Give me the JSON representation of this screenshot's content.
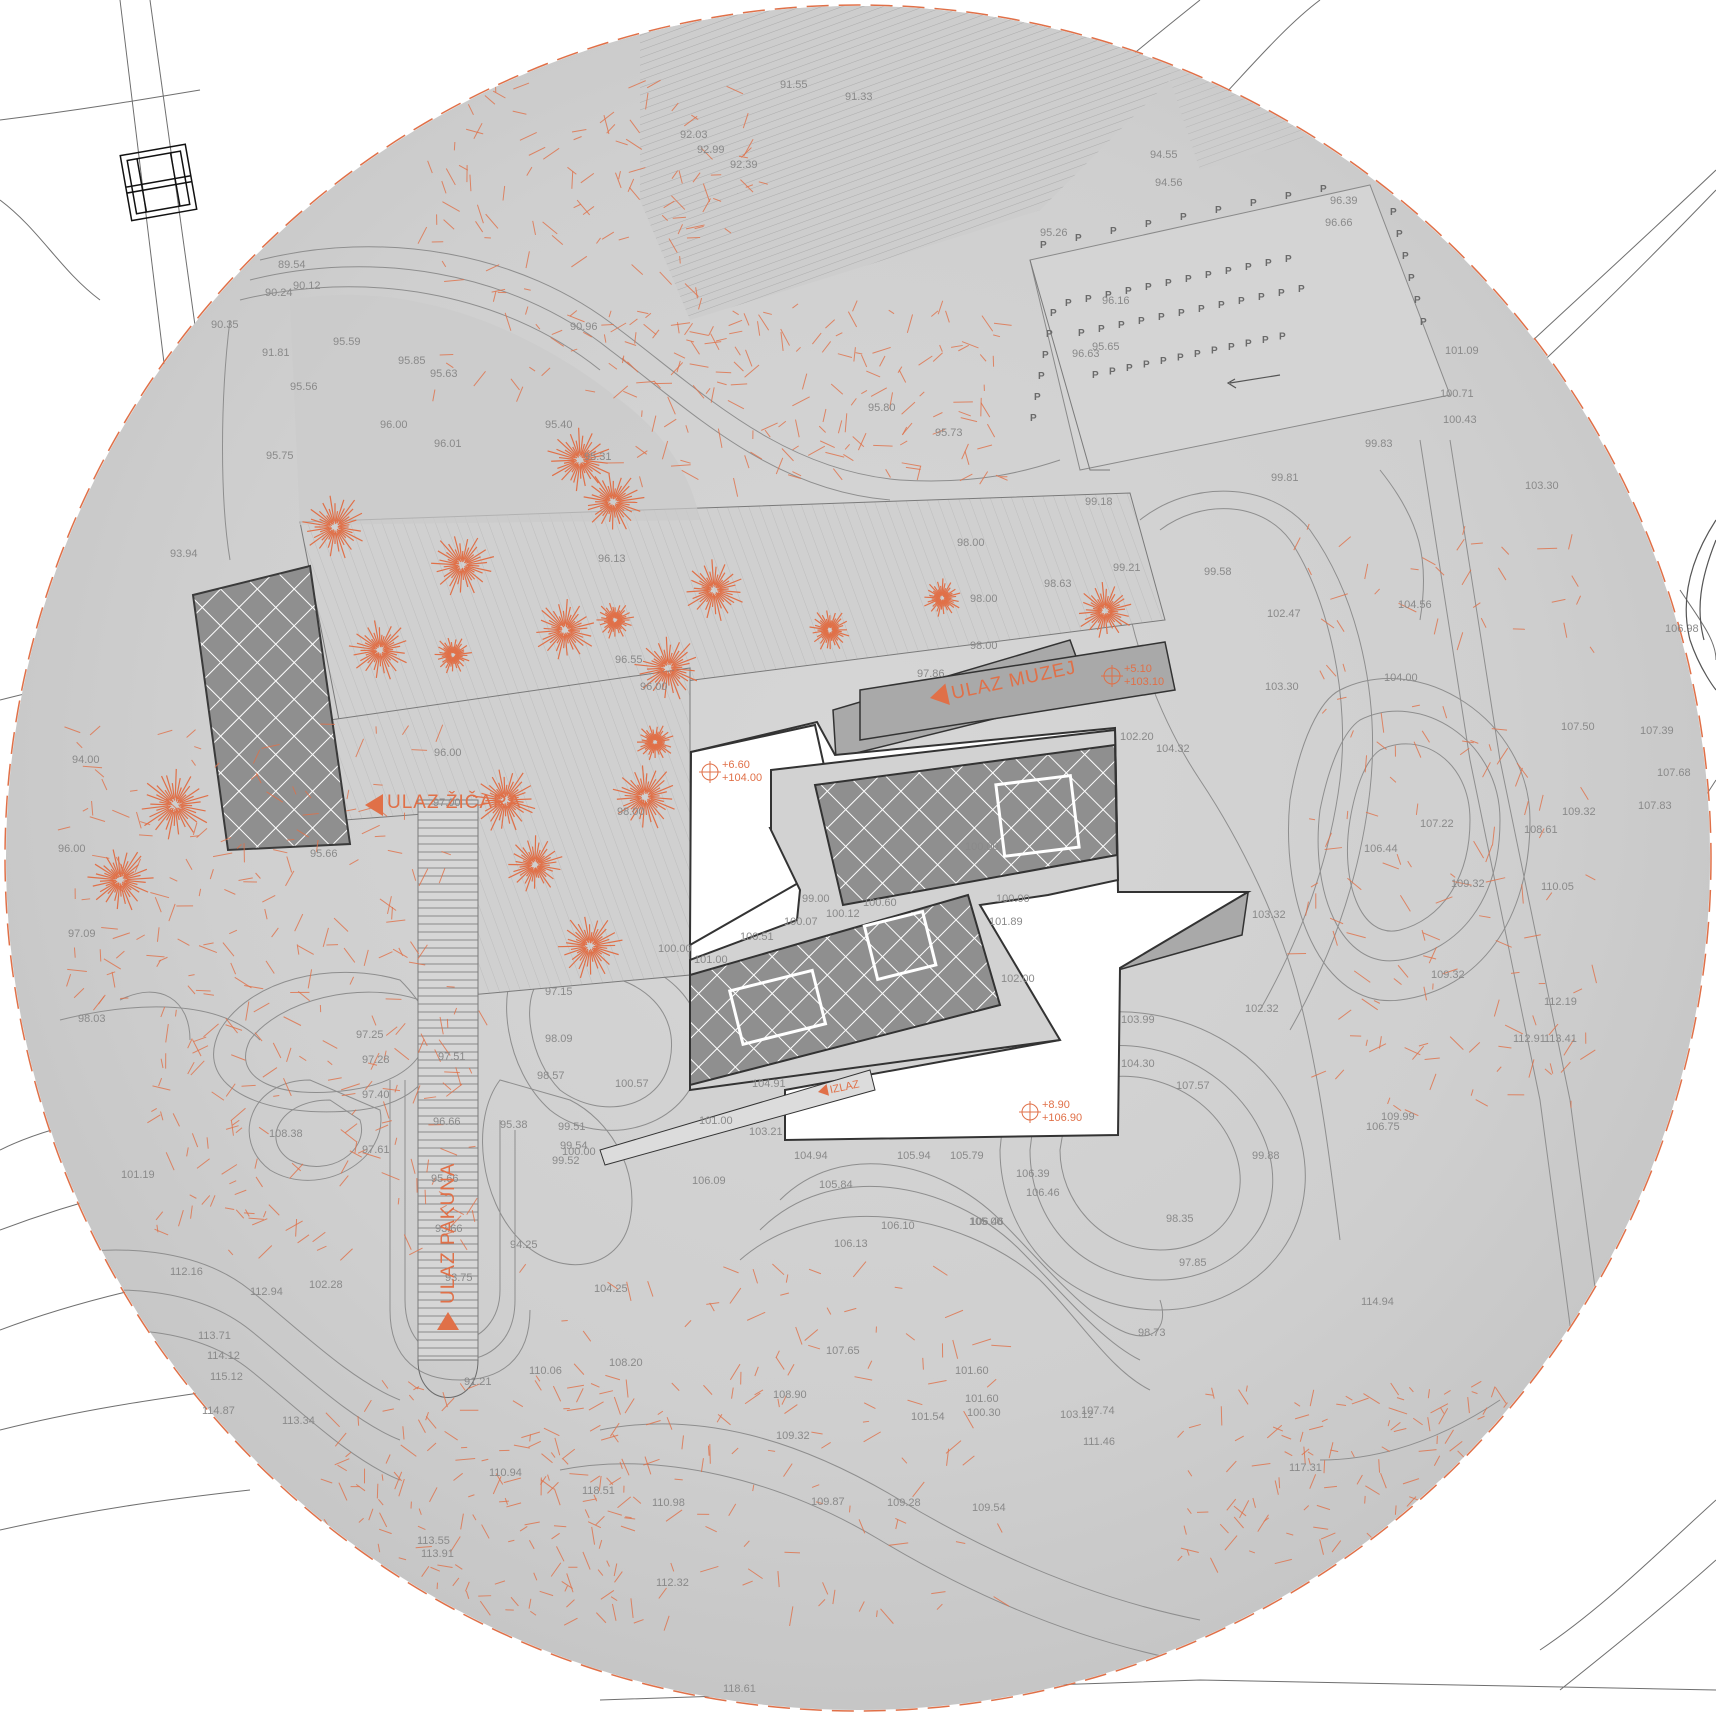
{
  "entrances": {
    "zicara": "ULAZ ŽIČARA",
    "muzej": "ULAZ MUZEJ",
    "pakuna": "ULAZ PAKUNA",
    "izlaz": "IZLAZ"
  },
  "levels": {
    "west": {
      "rel": "+6.60",
      "abs": "+104.00"
    },
    "north": {
      "rel": "+5.10",
      "abs": "+103.10"
    },
    "south": {
      "rel": "+8.90",
      "abs": "+106.90"
    }
  },
  "parking_symbol": "P",
  "colors": {
    "accent": "#e07048",
    "site": "#d2d2d2",
    "building_hatch": "#8d8d8d",
    "white_roof": "#ffffff"
  },
  "elevations": [
    {
      "label": "91.55"
    },
    {
      "label": "91.33"
    },
    {
      "label": "92.03"
    },
    {
      "label": "92.99"
    },
    {
      "label": "92.39"
    },
    {
      "label": "94.55"
    },
    {
      "label": "94.56"
    },
    {
      "label": "96.39"
    },
    {
      "label": "96.66"
    },
    {
      "label": "95.26"
    },
    {
      "label": "89.54"
    },
    {
      "label": "90.24"
    },
    {
      "label": "90.12"
    },
    {
      "label": "90.35"
    },
    {
      "label": "90.96"
    },
    {
      "label": "91.81"
    },
    {
      "label": "95.59"
    },
    {
      "label": "95.85"
    },
    {
      "label": "95.56"
    },
    {
      "label": "95.63"
    },
    {
      "label": "96.16"
    },
    {
      "label": "96.63"
    },
    {
      "label": "95.65"
    },
    {
      "label": "101.09"
    },
    {
      "label": "100.71"
    },
    {
      "label": "96.00"
    },
    {
      "label": "95.40"
    },
    {
      "label": "95.80"
    },
    {
      "label": "95.73"
    },
    {
      "label": "100.43"
    },
    {
      "label": "96.01"
    },
    {
      "label": "95.75"
    },
    {
      "label": "95.31"
    },
    {
      "label": "99.83"
    },
    {
      "label": "99.81"
    },
    {
      "label": "103.30"
    },
    {
      "label": "99.18"
    },
    {
      "label": "93.94"
    },
    {
      "label": "96.13"
    },
    {
      "label": "98.00"
    },
    {
      "label": "99.21"
    },
    {
      "label": "98.63"
    },
    {
      "label": "99.58"
    },
    {
      "label": "104.56"
    },
    {
      "label": "102.47"
    },
    {
      "label": "98.00"
    },
    {
      "label": "98.00"
    },
    {
      "label": "106.98"
    },
    {
      "label": "96.55"
    },
    {
      "label": "96.00"
    },
    {
      "label": "97.86"
    },
    {
      "label": "103.30"
    },
    {
      "label": "104.00"
    },
    {
      "label": "107.50"
    },
    {
      "label": "107.39"
    },
    {
      "label": "102.20"
    },
    {
      "label": "94.00"
    },
    {
      "label": "96.00"
    },
    {
      "label": "107.68"
    },
    {
      "label": "104.32"
    },
    {
      "label": "107.83"
    },
    {
      "label": "97.00"
    },
    {
      "label": "98.00"
    },
    {
      "label": "109.32"
    },
    {
      "label": "107.22"
    },
    {
      "label": "108.61"
    },
    {
      "label": "96.00"
    },
    {
      "label": "106.44"
    },
    {
      "label": "109.32"
    },
    {
      "label": "110.05"
    },
    {
      "label": "95.66"
    },
    {
      "label": "100.00"
    },
    {
      "label": "99.00"
    },
    {
      "label": "100.60"
    },
    {
      "label": "100.00"
    },
    {
      "label": "100.12"
    },
    {
      "label": "100.07"
    },
    {
      "label": "101.89"
    },
    {
      "label": "103.32"
    },
    {
      "label": "97.09"
    },
    {
      "label": "100.51"
    },
    {
      "label": "100.00"
    },
    {
      "label": "101.00"
    },
    {
      "label": "109.32"
    },
    {
      "label": "102.00"
    },
    {
      "label": "112.19"
    },
    {
      "label": "97.15"
    },
    {
      "label": "102.32"
    },
    {
      "label": "98.03"
    },
    {
      "label": "103.99"
    },
    {
      "label": "113.41"
    },
    {
      "label": "112.91"
    },
    {
      "label": "97.25"
    },
    {
      "label": "98.09"
    },
    {
      "label": "97.28"
    },
    {
      "label": "97.51"
    },
    {
      "label": "104.30"
    },
    {
      "label": "98.57"
    },
    {
      "label": "100.57"
    },
    {
      "label": "104.91"
    },
    {
      "label": "107.57"
    },
    {
      "label": "97.40"
    },
    {
      "label": "108.38"
    },
    {
      "label": "96.66"
    },
    {
      "label": "95.38"
    },
    {
      "label": "101.00"
    },
    {
      "label": "99.51"
    },
    {
      "label": "103.21"
    },
    {
      "label": "109.99"
    },
    {
      "label": "106.75"
    },
    {
      "label": "97.61"
    },
    {
      "label": "99.54"
    },
    {
      "label": "100.00"
    },
    {
      "label": "104.94"
    },
    {
      "label": "105.94"
    },
    {
      "label": "105.79"
    },
    {
      "label": "99.88"
    },
    {
      "label": "101.19"
    },
    {
      "label": "99.52"
    },
    {
      "label": "106.39"
    },
    {
      "label": "95.66"
    },
    {
      "label": "106.09"
    },
    {
      "label": "105.84"
    },
    {
      "label": "106.46"
    },
    {
      "label": "98.35"
    },
    {
      "label": "105.00"
    },
    {
      "label": "93.66"
    },
    {
      "label": "106.10"
    },
    {
      "label": "106.46"
    },
    {
      "label": "94.25"
    },
    {
      "label": "106.13"
    },
    {
      "label": "97.85"
    },
    {
      "label": "112.16"
    },
    {
      "label": "102.28"
    },
    {
      "label": "112.94"
    },
    {
      "label": "93.75"
    },
    {
      "label": "104.25"
    },
    {
      "label": "114.94"
    },
    {
      "label": "98.73"
    },
    {
      "label": "113.71"
    },
    {
      "label": "114.12"
    },
    {
      "label": "107.65"
    },
    {
      "label": "115.12"
    },
    {
      "label": "110.06"
    },
    {
      "label": "108.20"
    },
    {
      "label": "91.21"
    },
    {
      "label": "101.60"
    },
    {
      "label": "101.60"
    },
    {
      "label": "100.30"
    },
    {
      "label": "108.90"
    },
    {
      "label": "114.87"
    },
    {
      "label": "113.34"
    },
    {
      "label": "101.54"
    },
    {
      "label": "103.12"
    },
    {
      "label": "107.74"
    },
    {
      "label": "109.32"
    },
    {
      "label": "111.46"
    },
    {
      "label": "117.31"
    },
    {
      "label": "110.94"
    },
    {
      "label": "118.51"
    },
    {
      "label": "109.87"
    },
    {
      "label": "110.98"
    },
    {
      "label": "109.28"
    },
    {
      "label": "109.54"
    },
    {
      "label": "113.55"
    },
    {
      "label": "113.91"
    },
    {
      "label": "112.32"
    },
    {
      "label": "118.61"
    }
  ]
}
